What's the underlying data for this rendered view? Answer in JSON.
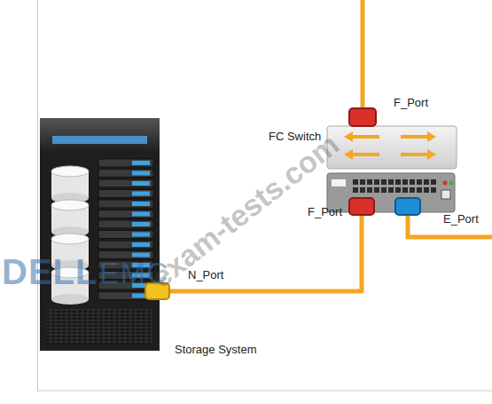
{
  "diagram": {
    "nodes": [
      {
        "text": [
          "Storage System"
        ]
      },
      {
        "text": [
          "N_Port"
        ],
        "in": 0
      },
      {
        "text": [
          "FC Switch"
        ]
      },
      {
        "text": [
          "F_Port"
        ],
        "in": 2
      },
      {
        "text": [
          "F_Port"
        ],
        "in": 2
      },
      {
        "text": [
          "E_Port"
        ],
        "in": 2
      }
    ],
    "edges": [
      {
        "from": 1,
        "to": 4,
        "arrow": "none"
      }
    ],
    "labels": [
      "exam-tests.com",
      "DELL",
      "EMC"
    ]
  }
}
